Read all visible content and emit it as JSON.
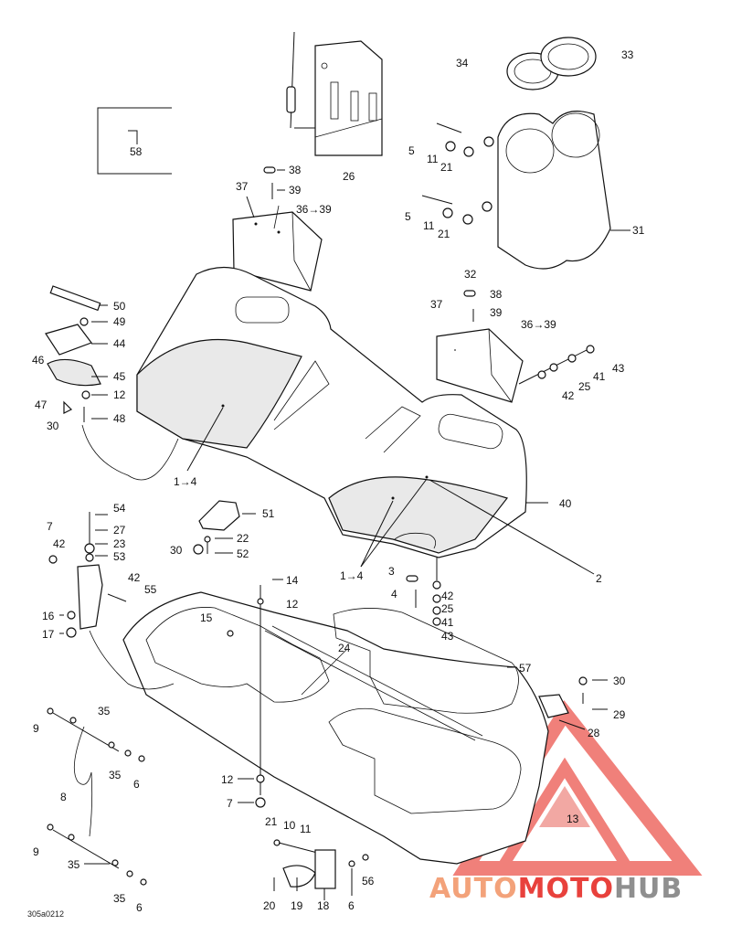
{
  "callouts": [
    {
      "id": "c58",
      "label": "58"
    },
    {
      "id": "c38a",
      "label": "38"
    },
    {
      "id": "c39a",
      "label": "39"
    },
    {
      "id": "c26",
      "label": "26"
    },
    {
      "id": "c37a",
      "label": "37"
    },
    {
      "id": "c36a",
      "label": "36→39"
    },
    {
      "id": "c34",
      "label": "34"
    },
    {
      "id": "c33",
      "label": "33"
    },
    {
      "id": "c5a",
      "label": "5"
    },
    {
      "id": "c11a",
      "label": "11"
    },
    {
      "id": "c21a",
      "label": "21"
    },
    {
      "id": "c5b",
      "label": "5"
    },
    {
      "id": "c11b",
      "label": "11"
    },
    {
      "id": "c21b",
      "label": "21"
    },
    {
      "id": "c31",
      "label": "31"
    },
    {
      "id": "c32",
      "label": "32"
    },
    {
      "id": "c38b",
      "label": "38"
    },
    {
      "id": "c37b",
      "label": "37"
    },
    {
      "id": "c39b",
      "label": "39"
    },
    {
      "id": "c36b",
      "label": "36→39"
    },
    {
      "id": "c43a",
      "label": "43"
    },
    {
      "id": "c41a",
      "label": "41"
    },
    {
      "id": "c25a",
      "label": "25"
    },
    {
      "id": "c42a",
      "label": "42"
    },
    {
      "id": "c50",
      "label": "50"
    },
    {
      "id": "c49",
      "label": "49"
    },
    {
      "id": "c44",
      "label": "44"
    },
    {
      "id": "c46",
      "label": "46"
    },
    {
      "id": "c45",
      "label": "45"
    },
    {
      "id": "c12a",
      "label": "12"
    },
    {
      "id": "c47",
      "label": "47"
    },
    {
      "id": "c30a",
      "label": "30"
    },
    {
      "id": "c48",
      "label": "48"
    },
    {
      "id": "c1to4a",
      "label": "1→4"
    },
    {
      "id": "c40",
      "label": "40"
    },
    {
      "id": "c54",
      "label": "54"
    },
    {
      "id": "c51",
      "label": "51"
    },
    {
      "id": "c7a",
      "label": "7"
    },
    {
      "id": "c42b",
      "label": "42"
    },
    {
      "id": "c27",
      "label": "27"
    },
    {
      "id": "c23",
      "label": "23"
    },
    {
      "id": "c53",
      "label": "53"
    },
    {
      "id": "c22",
      "label": "22"
    },
    {
      "id": "c30b",
      "label": "30"
    },
    {
      "id": "c52",
      "label": "52"
    },
    {
      "id": "c42c",
      "label": "42"
    },
    {
      "id": "c55",
      "label": "55"
    },
    {
      "id": "c1to4b",
      "label": "1→4"
    },
    {
      "id": "c3",
      "label": "3"
    },
    {
      "id": "c2",
      "label": "2"
    },
    {
      "id": "c14",
      "label": "14"
    },
    {
      "id": "c12b",
      "label": "12"
    },
    {
      "id": "c4",
      "label": "4"
    },
    {
      "id": "c42d",
      "label": "42"
    },
    {
      "id": "c25b",
      "label": "25"
    },
    {
      "id": "c41b",
      "label": "41"
    },
    {
      "id": "c43b",
      "label": "43"
    },
    {
      "id": "c16",
      "label": "16"
    },
    {
      "id": "c17",
      "label": "17"
    },
    {
      "id": "c15",
      "label": "15"
    },
    {
      "id": "c24",
      "label": "24"
    },
    {
      "id": "c57",
      "label": "57"
    },
    {
      "id": "c30c",
      "label": "30"
    },
    {
      "id": "c9a",
      "label": "9"
    },
    {
      "id": "c35a",
      "label": "35"
    },
    {
      "id": "c29",
      "label": "29"
    },
    {
      "id": "c28",
      "label": "28"
    },
    {
      "id": "c35b",
      "label": "35"
    },
    {
      "id": "c6a",
      "label": "6"
    },
    {
      "id": "c8",
      "label": "8"
    },
    {
      "id": "c12c",
      "label": "12"
    },
    {
      "id": "c7b",
      "label": "7"
    },
    {
      "id": "c13",
      "label": "13"
    },
    {
      "id": "c9b",
      "label": "9"
    },
    {
      "id": "c21c",
      "label": "21"
    },
    {
      "id": "c10",
      "label": "10"
    },
    {
      "id": "c11c",
      "label": "11"
    },
    {
      "id": "c35c",
      "label": "35"
    },
    {
      "id": "c35d",
      "label": "35"
    },
    {
      "id": "c56",
      "label": "56"
    },
    {
      "id": "c6b",
      "label": "6"
    },
    {
      "id": "c20",
      "label": "20"
    },
    {
      "id": "c19",
      "label": "19"
    },
    {
      "id": "c18",
      "label": "18"
    },
    {
      "id": "c6c",
      "label": "6"
    }
  ],
  "reference_code": "305a0212",
  "watermark": {
    "part1": "AUTO",
    "part2": "MOTO",
    "part3": "HUB",
    "color_orange": "#f3a27a",
    "color_red": "#e8413c",
    "color_gray": "#8f8f8f"
  }
}
